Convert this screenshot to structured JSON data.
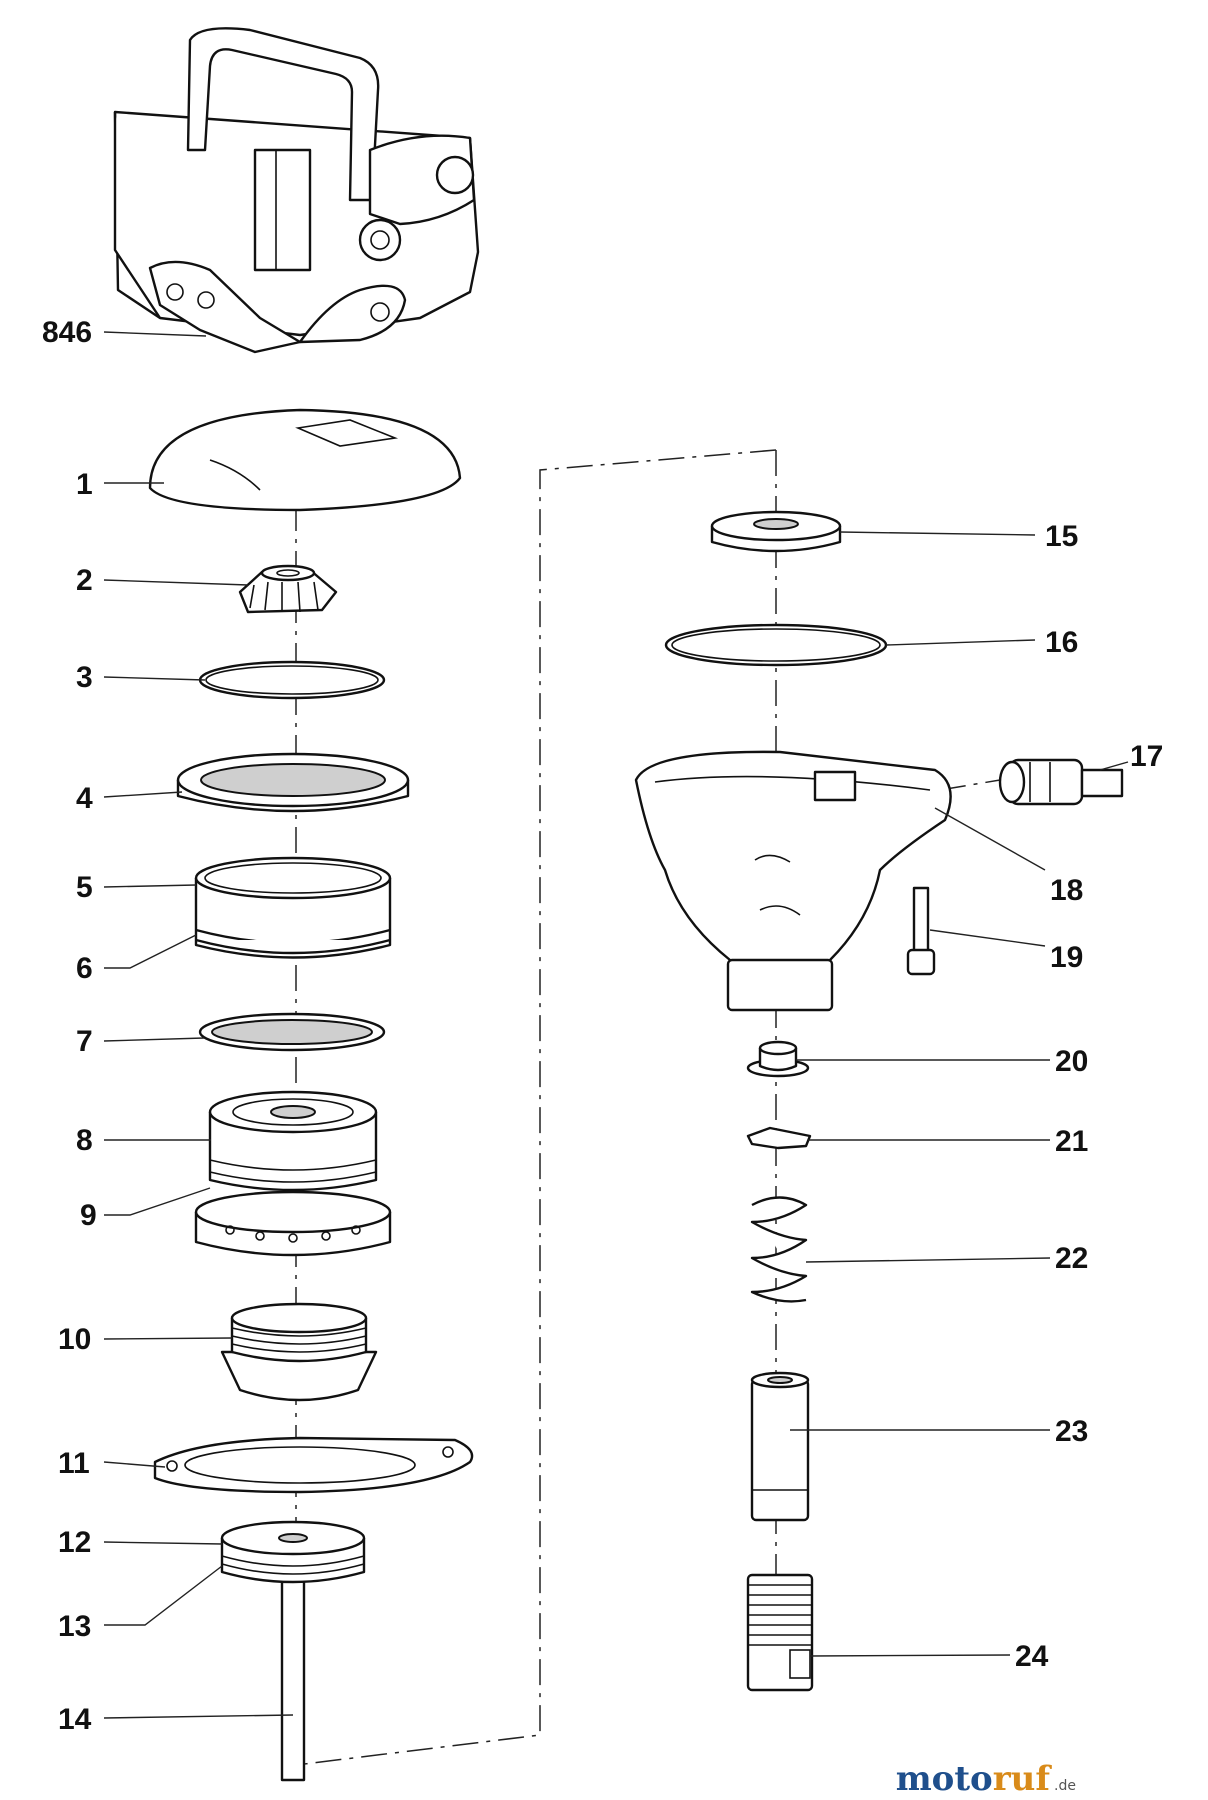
{
  "labels": {
    "p846": "846",
    "p1": "1",
    "p2": "2",
    "p3": "3",
    "p4": "4",
    "p5": "5",
    "p6": "6",
    "p7": "7",
    "p8": "8",
    "p9": "9",
    "p10": "10",
    "p11": "11",
    "p12": "12",
    "p13": "13",
    "p14": "14",
    "p15": "15",
    "p16": "16",
    "p17": "17",
    "p18": "18",
    "p19": "19",
    "p20": "20",
    "p21": "21",
    "p22": "22",
    "p23": "23",
    "p24": "24"
  },
  "watermark": {
    "text_a": "moto",
    "text_b": "ruf",
    "suffix": ".de"
  }
}
